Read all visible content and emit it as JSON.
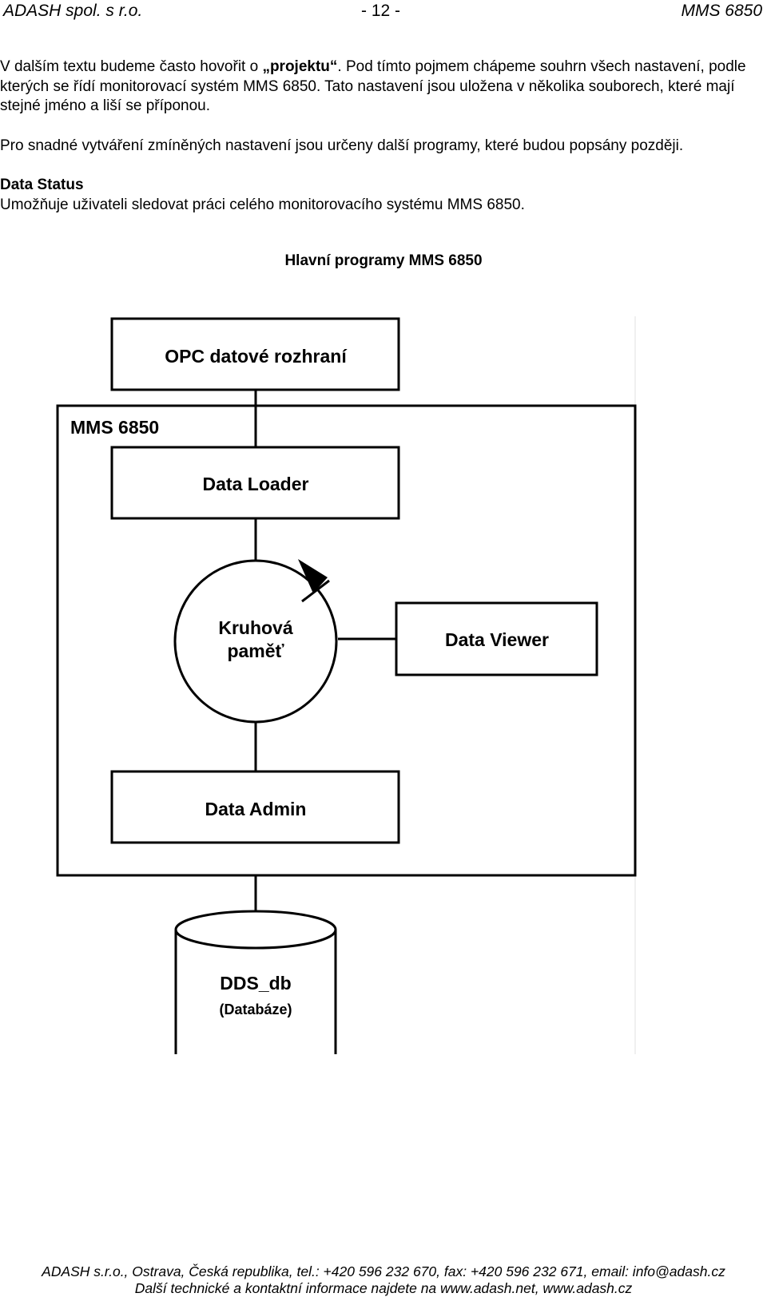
{
  "header": {
    "company": "ADASH spol. s r.o.",
    "page": "- 12 -",
    "product": "MMS 6850"
  },
  "paragraphs": {
    "p1_a": "V dalším textu budeme často hovořit o ",
    "p1_bold": "„projektu“",
    "p1_b": ". Pod tímto pojmem chápeme souhrn všech nastavení, podle kterých se řídí monitorovací systém MMS 6850. Tato nastavení jsou uložena v několika souborech, které mají stejné jméno a liší se příponou.",
    "p2": "Pro snadné vytváření zmíněných nastavení jsou určeny další programy, které budou popsány později.",
    "p3_heading": "Data Status",
    "p3_text": "Umožňuje uživateli sledovat práci celého monitorovacího systému MMS 6850."
  },
  "diagram": {
    "title": "Hlavní programy MMS 6850",
    "opc": "OPC datové rozhraní",
    "mms": "MMS 6850",
    "loader": "Data Loader",
    "memory_line1": "Kruhová",
    "memory_line2": "paměť",
    "viewer": "Data Viewer",
    "admin": "Data Admin",
    "db_name": "DDS_db",
    "db_sub": "(Databáze)"
  },
  "footer": {
    "line1": "ADASH s.r.o., Ostrava, Česká republika, tel.: +420 596 232 670, fax: +420 596 232 671, email: info@adash.cz",
    "line2": "Další technické a kontaktní informace najdete na www.adash.net, www.adash.cz"
  }
}
